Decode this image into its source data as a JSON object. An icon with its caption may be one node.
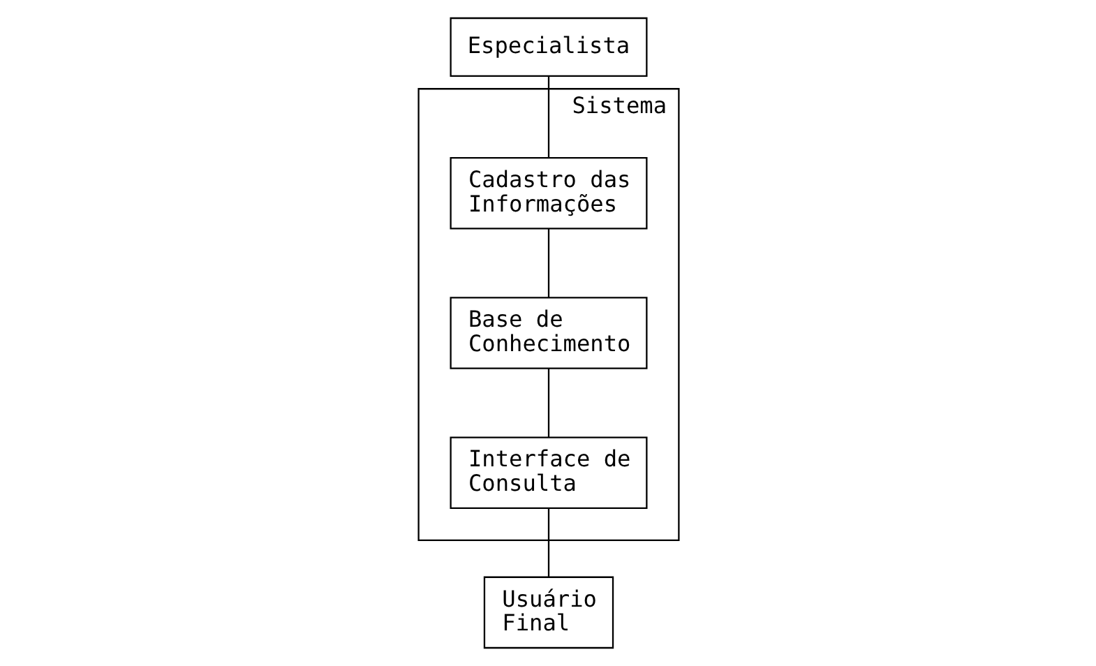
{
  "diagram": {
    "nodes": [
      {
        "text": [
          "Especialista"
        ]
      },
      {
        "text": [
          "Sistema"
        ]
      },
      {
        "text": [
          "Cadastro das Informações"
        ],
        "in": 1
      },
      {
        "text": [
          "Interface de Consulta"
        ],
        "in": 1
      },
      {
        "text": [
          "Base de Conhecimento"
        ],
        "in": 1
      },
      {
        "text": [
          "Usuário Final"
        ]
      }
    ],
    "edges": [
      {
        "from": 0,
        "to": 2,
        "arrow": "none"
      },
      {
        "from": 2,
        "to": 4,
        "arrow": "none"
      },
      {
        "from": 4,
        "to": 3,
        "arrow": "none"
      },
      {
        "from": 3,
        "to": 5,
        "arrow": "none"
      }
    ]
  }
}
